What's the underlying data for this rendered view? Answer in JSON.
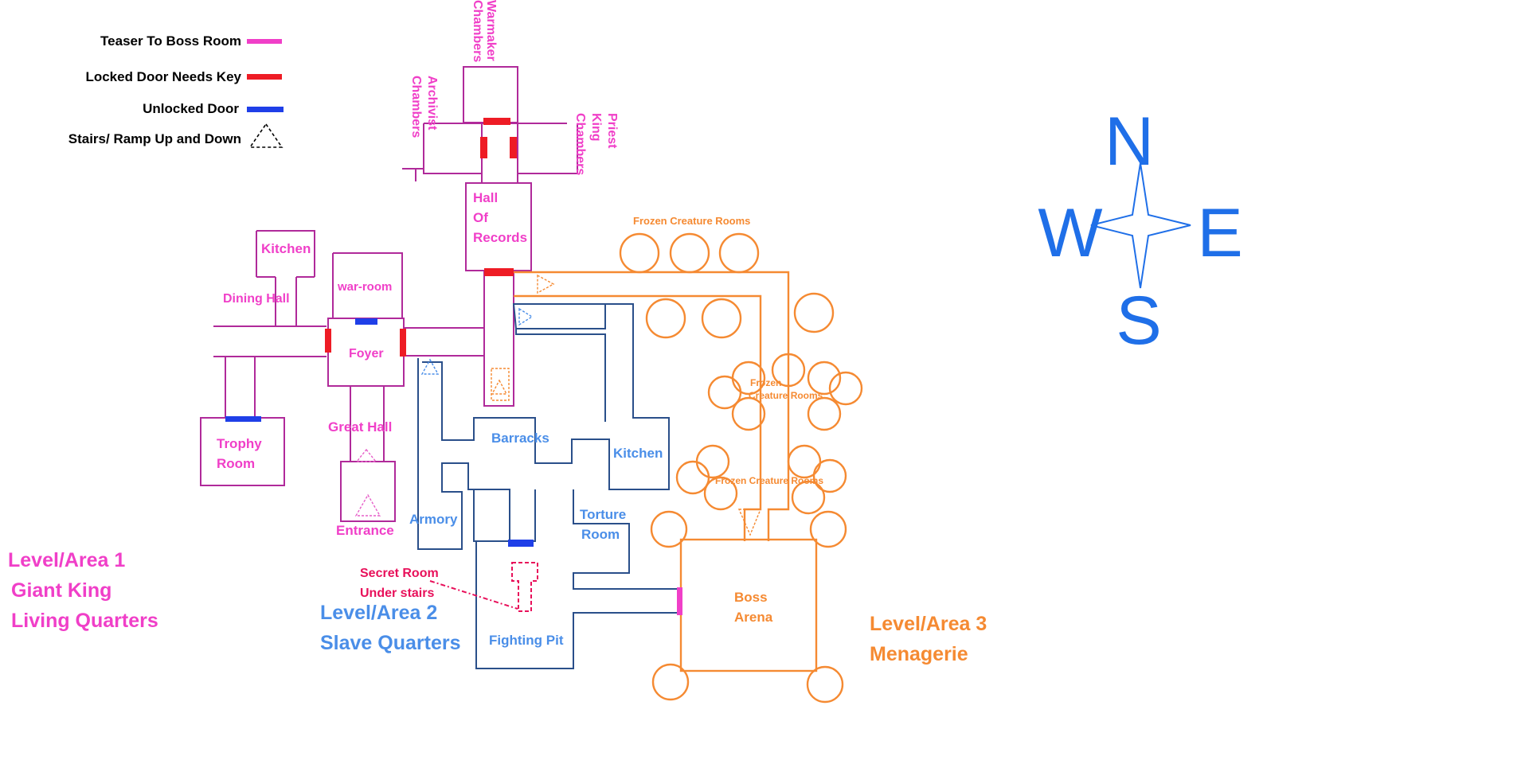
{
  "legend": {
    "items": [
      {
        "label": "Teaser To Boss Room",
        "color": "#f03fc8"
      },
      {
        "label": "Locked Door Needs Key",
        "color": "#ee1c25"
      },
      {
        "label": "Unlocked Door",
        "color": "#1f3fe8"
      },
      {
        "label": "Stairs/ Ramp Up and Down",
        "icon": "stairs-triangle-icon"
      }
    ]
  },
  "compass": {
    "n": "N",
    "e": "E",
    "s": "S",
    "w": "W",
    "icon": "compass-star-icon"
  },
  "areas": {
    "area1": {
      "line1": "Level/Area 1",
      "line2": "Giant King",
      "line3": "Living Quarters",
      "color": "#f03fc8"
    },
    "area2": {
      "line1": "Level/Area 2",
      "line2": "Slave Quarters",
      "color": "#4a8ee8"
    },
    "area3": {
      "line1": "Level/Area 3",
      "line2": "Menagerie",
      "color": "#f58a32"
    }
  },
  "rooms": {
    "warmaker": {
      "line1": "Warmaker",
      "line2": "Chambers"
    },
    "archivist": {
      "line1": "Archivist",
      "line2": "Chambers"
    },
    "priest": {
      "line1": "Priest",
      "line2": "King",
      "line3": "Chambers"
    },
    "hall_of_records": {
      "line1": "Hall",
      "line2": "Of",
      "line3": "Records"
    },
    "kitchen1": "Kitchen",
    "war_room": "war-room",
    "dining_hall": "Dining Hall",
    "foyer": "Foyer",
    "great_hall": "Great Hall",
    "trophy_room": {
      "line1": "Trophy",
      "line2": "Room"
    },
    "entrance": "Entrance",
    "barracks": "Barracks",
    "kitchen2": "Kitchen",
    "armory": "Armory",
    "torture_room": {
      "line1": "Torture",
      "line2": "Room"
    },
    "secret_room": {
      "line1": "Secret Room",
      "line2": "Under stairs"
    },
    "fighting_pit": "Fighting Pit",
    "frozen_top": "Frozen Creature Rooms",
    "frozen_mid": {
      "line1": "Frozen",
      "line2": "Creature Rooms"
    },
    "frozen_low": "Frozen Creature Rooms",
    "boss_arena": {
      "line1": "Boss",
      "line2": "Arena"
    }
  }
}
